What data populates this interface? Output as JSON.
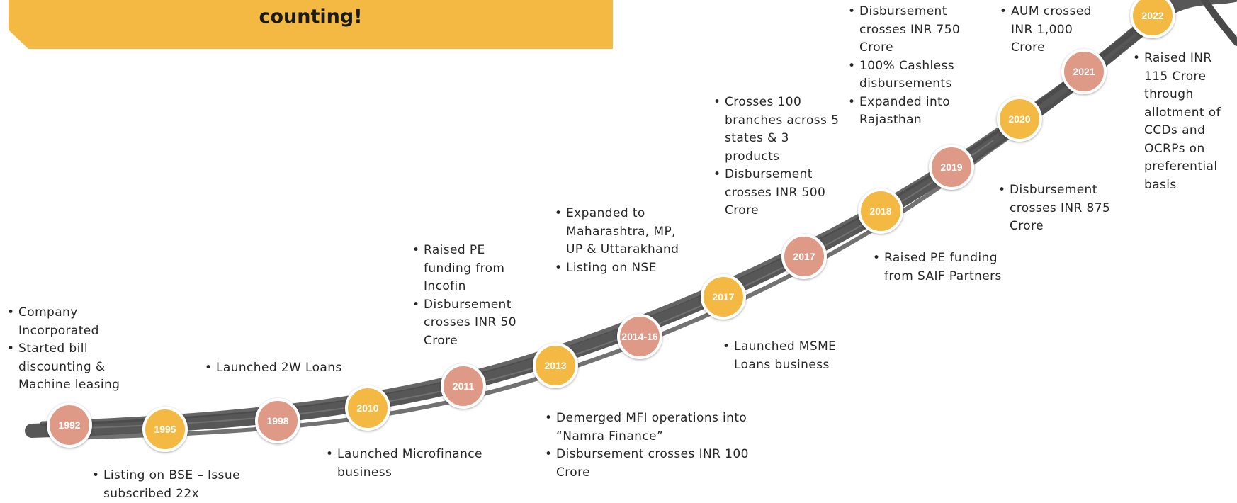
{
  "banner": {
    "line1": "",
    "line2": "counting!"
  },
  "milestones": [
    {
      "year": "1992",
      "color": "salmon",
      "bullets": [
        "Company Incorporated",
        "Started bill discounting & Machine leasing"
      ]
    },
    {
      "year": "1995",
      "color": "gold",
      "bullets": [
        "Listing on BSE – Issue subscribed 22x"
      ]
    },
    {
      "year": "1998",
      "color": "salmon",
      "bullets": [
        "Launched 2W Loans"
      ]
    },
    {
      "year": "2010",
      "color": "gold",
      "bullets": [
        "Launched Microfinance business"
      ]
    },
    {
      "year": "2011",
      "color": "salmon",
      "bullets": [
        "Raised PE funding from Incofin",
        "Disbursement crosses INR 50 Crore"
      ]
    },
    {
      "year": "2013",
      "color": "gold",
      "bullets": [
        "Demerged MFI operations into “Namra Finance”",
        "Disbursement crosses INR 100 Crore"
      ]
    },
    {
      "year": "2014-16",
      "color": "salmon",
      "bullets": [
        "Expanded to Maharashtra, MP, UP & Uttarakhand",
        "Listing on NSE"
      ]
    },
    {
      "year": "2017",
      "color": "gold",
      "bullets": [
        "Launched MSME Loans business"
      ]
    },
    {
      "year": "2017",
      "color": "salmon",
      "bullets": [
        "Crosses 100 branches across 5 states & 3 products",
        "Disbursement crosses INR 500 Crore"
      ]
    },
    {
      "year": "2018",
      "color": "gold",
      "bullets": [
        "Raised PE funding from SAIF Partners"
      ]
    },
    {
      "year": "2019",
      "color": "salmon",
      "bullets": [
        "Disbursement crosses INR 750 Crore",
        "100% Cashless disbursements",
        "Expanded into Rajasthan"
      ]
    },
    {
      "year": "2020",
      "color": "gold",
      "bullets": [
        "Disbursement crosses INR 875 Crore"
      ]
    },
    {
      "year": "2021",
      "color": "salmon",
      "bullets": [
        "AUM crossed INR 1,000 Crore"
      ]
    },
    {
      "year": "2022",
      "color": "gold",
      "bullets": [
        "Raised INR 115 Crore through allotment of CCDs and OCRPs on preferential basis"
      ]
    }
  ],
  "colors": {
    "salmon": "#de9a87",
    "gold": "#f4b942",
    "road": "#545454"
  }
}
